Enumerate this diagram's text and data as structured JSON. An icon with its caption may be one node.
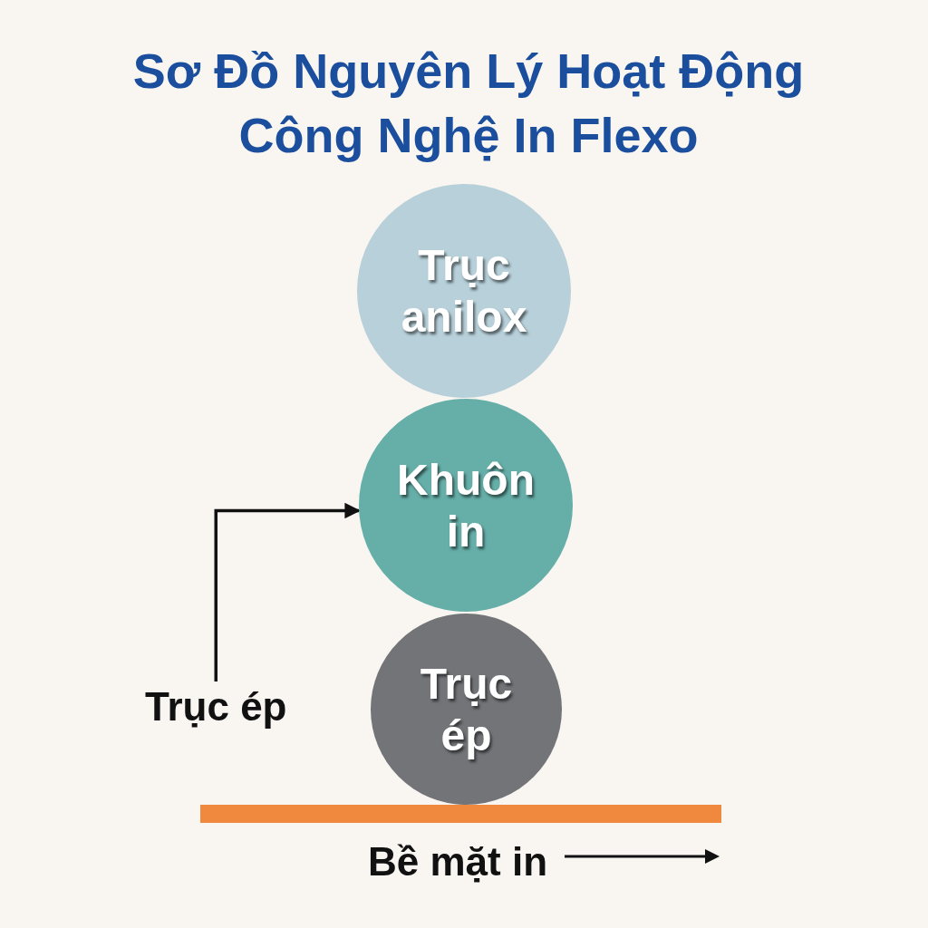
{
  "diagram": {
    "title": "Sơ Đồ Nguyên Lý Hoạt Động Công Nghệ In Flexo",
    "nodes": [
      {
        "text": [
          "Trục anilox"
        ]
      },
      {
        "text": [
          "Khuôn in"
        ]
      },
      {
        "text": [
          "Trục ép"
        ]
      },
      {
        "text": [
          "Trục ép"
        ]
      }
    ],
    "edges": [
      {
        "from": 3,
        "to": 1,
        "arrow": "to"
      }
    ],
    "labels": [
      "Bề mặt in"
    ]
  }
}
